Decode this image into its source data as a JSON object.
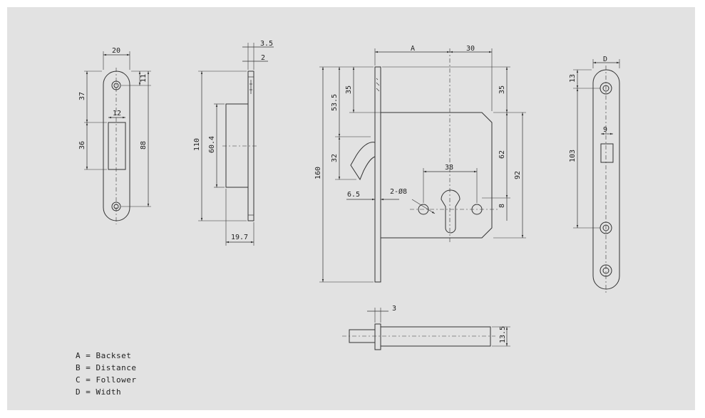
{
  "colors": {
    "background": "#e2e2e2",
    "line": "#333333",
    "page": "#ffffff"
  },
  "front_view": {
    "dim_width": "20",
    "dim_top": "37",
    "dim_hole": "11",
    "dim_slot_width": "12",
    "dim_slot_height": "36",
    "dim_total": "88"
  },
  "side_view": {
    "dim_thickness": "3.5",
    "dim_small": "2",
    "dim_height": "110",
    "dim_latch": "60.4",
    "dim_depth": "19.7"
  },
  "main_view": {
    "dim_backset": "A",
    "dim_30": "30",
    "dim_35_left": "35",
    "dim_53_5": "53.5",
    "dim_32": "32",
    "dim_160": "160",
    "dim_6_5": "6.5",
    "dim_holes": "2-Ø8",
    "dim_38": "38",
    "dim_35_right": "35",
    "dim_62": "62",
    "dim_92": "92",
    "dim_8": "8"
  },
  "faceplate_view": {
    "dim_width": "D",
    "dim_13": "13",
    "dim_9": "9",
    "dim_103": "103"
  },
  "spindle_view": {
    "dim_3": "3",
    "dim_13_5": "13.5"
  },
  "legend": [
    "A = Backset",
    "B = Distance",
    "C = Follower",
    "D = Width"
  ]
}
